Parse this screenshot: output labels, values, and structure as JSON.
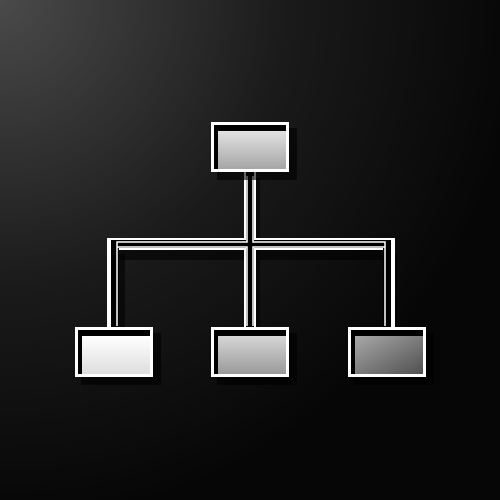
{
  "diagram": {
    "description_free": true,
    "nodes": [
      {
        "id": "root",
        "level": 0
      },
      {
        "id": "child-left",
        "level": 1
      },
      {
        "id": "child-center",
        "level": 1
      },
      {
        "id": "child-right",
        "level": 1
      }
    ],
    "edges": [
      {
        "from": "root",
        "to": "child-left"
      },
      {
        "from": "root",
        "to": "child-center"
      },
      {
        "from": "root",
        "to": "child-right"
      }
    ]
  },
  "colors": {
    "background_light": "#4a4a4a",
    "background_dark": "#060606",
    "outline": "#ffffff",
    "connector": "#000000",
    "shadow": "#000000",
    "root_fill_top": "#e2e2e2",
    "root_fill_bottom": "#a6a6a6",
    "left_fill_top": "#ffffff",
    "left_fill_bottom": "#dedede",
    "center_fill_top": "#d6d6d6",
    "center_fill_bottom": "#9a9a9a",
    "right_fill_top": "#a8a8a8",
    "right_fill_bottom": "#505050"
  }
}
